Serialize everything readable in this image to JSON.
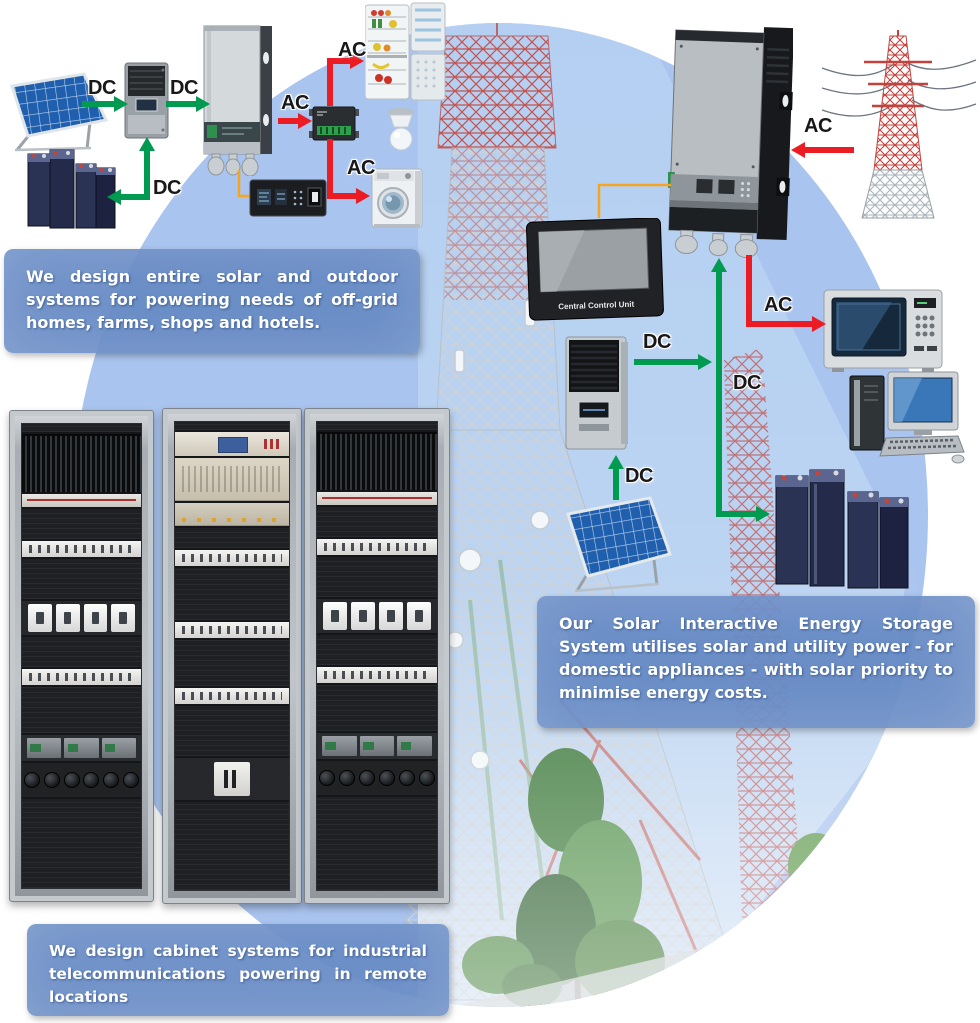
{
  "captions": {
    "offgrid": "We design entire solar and outdoor systems for powering needs of off-grid homes, farms, shops and hotels.",
    "storage": "Our Solar Interactive Energy Storage System utilises solar and utility power - for domestic appliances - with solar priority to minimise energy costs.",
    "cabinets": "We design cabinet systems for industrial telecommunications powering in remote locations"
  },
  "control_unit_label": "Central Control Unit",
  "arrows": [
    {
      "name": "dc-solar-to-controller-left",
      "label": "DC"
    },
    {
      "name": "dc-controller-to-inverter-left",
      "label": "DC"
    },
    {
      "name": "dc-controller-to-battery-left",
      "label": "DC"
    },
    {
      "name": "ac-inverter-to-distribution",
      "label": "AC"
    },
    {
      "name": "ac-distribution-to-fridge",
      "label": "AC"
    },
    {
      "name": "ac-distribution-to-washer",
      "label": "AC"
    },
    {
      "name": "ac-grid-to-inverter",
      "label": "AC"
    },
    {
      "name": "ac-inverter-to-microwave",
      "label": "AC"
    },
    {
      "name": "dc-inverter-to-battery-right",
      "label": "DC"
    },
    {
      "name": "dc-controller-to-bus-right",
      "label": "DC"
    },
    {
      "name": "dc-solar-to-controller-right",
      "label": "DC"
    }
  ],
  "devices": {
    "left_system": [
      "solar-panel",
      "charge-controller",
      "inverter",
      "ac-distribution-box",
      "remote-control-panel",
      "battery-bank",
      "refrigerator",
      "lamp",
      "washing-machine"
    ],
    "right_system": [
      "utility-grid-tower",
      "hybrid-inverter",
      "central-control-unit",
      "solar-charge-controller",
      "solar-panel",
      "microwave-oven",
      "desktop-computer",
      "battery-bank"
    ],
    "cabinets": [
      "telecom-power-cabinet",
      "telecom-power-cabinet",
      "telecom-power-cabinet"
    ]
  },
  "colors": {
    "dc": "#009b50",
    "ac": "#ec1c24",
    "link": "#f7a421",
    "caption_bg": "#6589c4",
    "caption_text": "#ffffff",
    "circle": "#a9c4ee",
    "label_text": "#181818"
  }
}
